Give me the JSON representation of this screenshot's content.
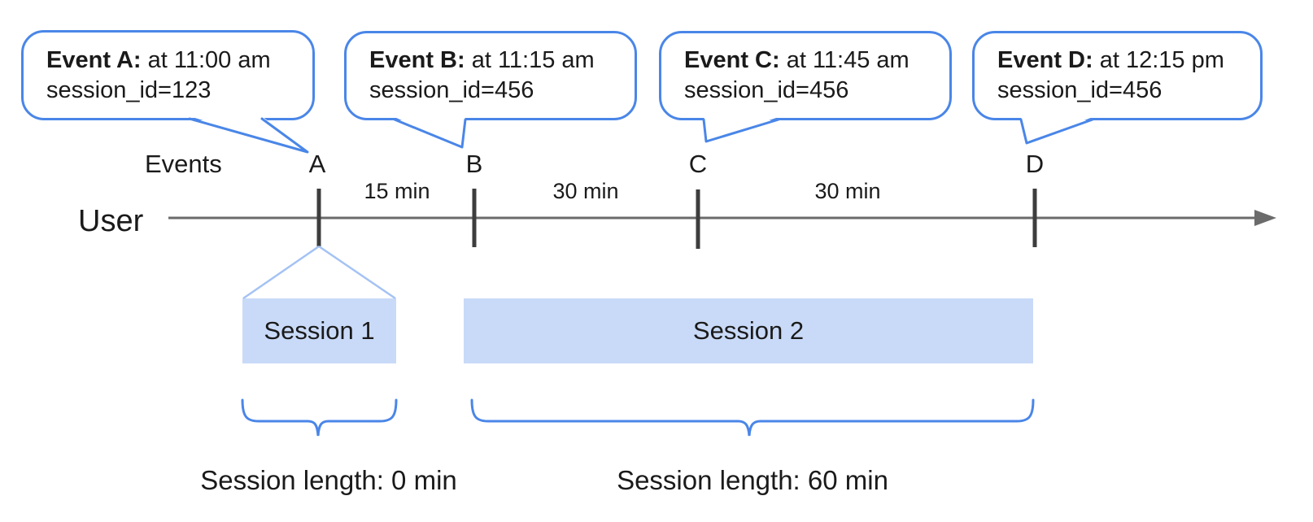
{
  "bubbles": [
    {
      "bold": "Event A:",
      "rest": " at 11:00 am",
      "line2": "session_id=123"
    },
    {
      "bold": "Event B:",
      "rest": " at 11:15 am",
      "line2": "session_id=456"
    },
    {
      "bold": "Event C:",
      "rest": " at 11:45 am",
      "line2": "session_id=456"
    },
    {
      "bold": "Event D:",
      "rest": " at 12:15 pm",
      "line2": "session_id=456"
    }
  ],
  "timeline": {
    "row_label": "Events",
    "axis_label": "User",
    "tick_labels": [
      "A",
      "B",
      "C",
      "D"
    ],
    "interval_labels": [
      "15 min",
      "30 min",
      "30 min"
    ]
  },
  "sessions": [
    {
      "label": "Session 1",
      "length_label": "Session length: 0 min"
    },
    {
      "label": "Session 2",
      "length_label": "Session length: 60 min"
    }
  ],
  "colors": {
    "bubble_border": "#4a86e8",
    "session_fill": "#c9daf8",
    "funnel_line": "#a4c2f4",
    "brace": "#4a86e8",
    "axis_line": "#6b6b6b",
    "tick_mark": "#3d3d3d",
    "text": "#1a1a1a"
  }
}
